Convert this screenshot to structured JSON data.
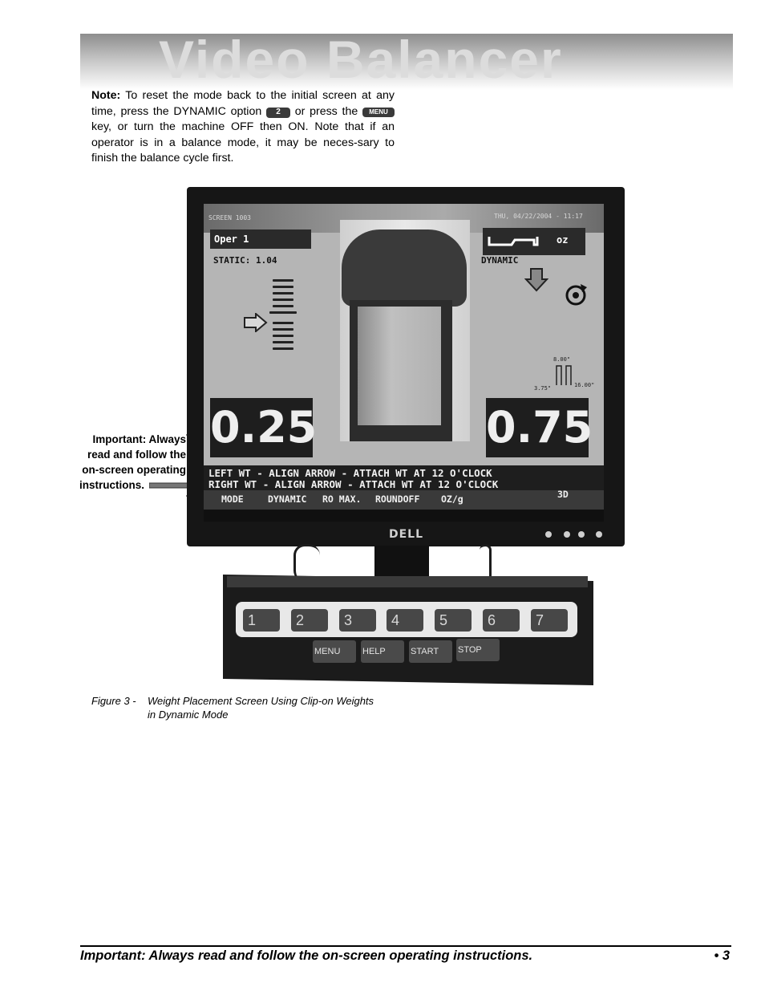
{
  "header": {
    "title": "Video Balancer"
  },
  "note": {
    "label": "Note:",
    "text_1": " To reset the mode back to the initial screen at any time, press the DYNAMIC option ",
    "key_dynamic": "2",
    "text_2": " or press the ",
    "key_menu": "MENU",
    "text_3": " key, or turn the machine OFF then ON. Note that if an operator is in a balance mode, it may be neces-sary to finish the balance cycle first."
  },
  "callout": {
    "lines": [
      "Important: Always",
      "read and follow the",
      "on-screen operating",
      "instructions."
    ]
  },
  "screen": {
    "screen_id": "SCREEN 1003",
    "datetime": "THU, 04/22/2004 - 11:17",
    "operator": "Oper 1",
    "static_label": "STATIC: 1.04",
    "unit": "oz",
    "mode_label": "DYNAMIC",
    "dim_top": "8.00\"",
    "dim_left": "3.75\"",
    "dim_right": "16.00\"",
    "left_value": "0.25",
    "right_value": "0.75",
    "instruction_1": "LEFT WT - ALIGN ARROW - ATTACH WT AT 12 O'CLOCK",
    "instruction_2": "RIGHT WT - ALIGN ARROW - ATTACH WT AT 12 O'CLOCK",
    "softkeys": [
      "MODE",
      "DYNAMIC",
      "RO MAX.",
      "ROUNDOFF",
      "OZ/g",
      "3D"
    ]
  },
  "monitor": {
    "brand": "DELL"
  },
  "keypad": {
    "number_keys": [
      "1",
      "2",
      "3",
      "4",
      "5",
      "6",
      "7"
    ],
    "function_keys": [
      "MENU",
      "HELP",
      "START",
      "STOP"
    ]
  },
  "caption": {
    "label": "Figure 3 -",
    "line_1": "Weight Placement Screen Using Clip-on Weights",
    "line_2": "in Dynamic Mode"
  },
  "footer": {
    "text": "Important: Always read and follow the on-screen operating instructions.",
    "page": "• 3"
  }
}
